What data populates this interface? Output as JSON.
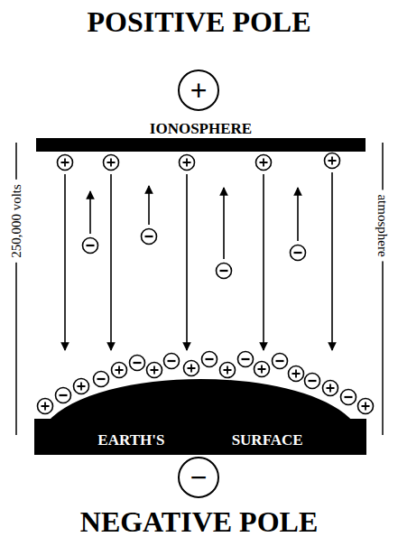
{
  "diagram": {
    "nodes": [
      {
        "text": [
          "+"
        ]
      },
      {
        "text": [
          "IONOSPHERE"
        ]
      },
      {
        "text": [
          "EARTH'S SURFACE"
        ]
      },
      {
        "text": [
          "−"
        ]
      }
    ],
    "labels": [
      "POSITIVE POLE",
      "250,000 volts",
      "atmosphere",
      "NEGATIVE POLE"
    ]
  }
}
